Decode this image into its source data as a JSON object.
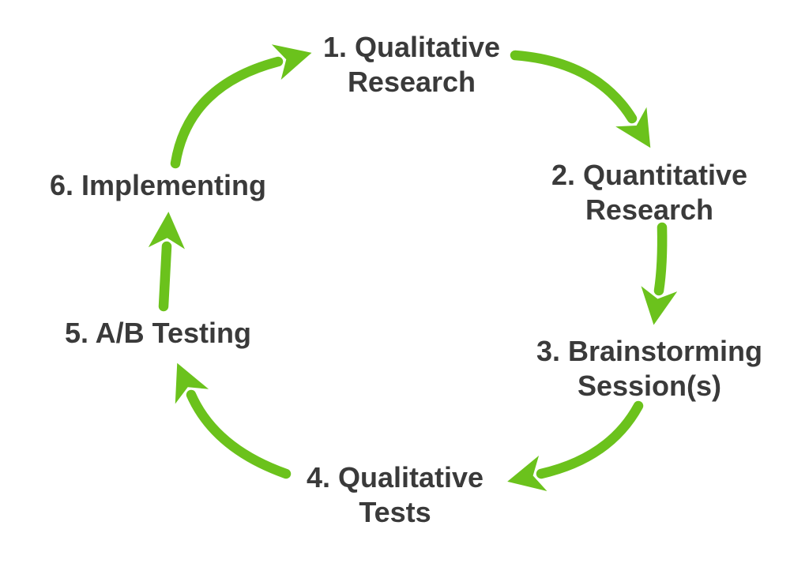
{
  "diagram": {
    "type": "cycle",
    "direction": "clockwise",
    "steps": [
      {
        "id": 1,
        "label": "1. Qualitative\nResearch"
      },
      {
        "id": 2,
        "label": "2. Quantitative\nResearch"
      },
      {
        "id": 3,
        "label": "3. Brainstorming\nSession(s)"
      },
      {
        "id": 4,
        "label": "4. Qualitative\nTests"
      },
      {
        "id": 5,
        "label": "5. A/B Testing"
      },
      {
        "id": 6,
        "label": "6. Implementing"
      }
    ],
    "arrows": [
      {
        "from": 1,
        "to": 2
      },
      {
        "from": 2,
        "to": 3
      },
      {
        "from": 3,
        "to": 4
      },
      {
        "from": 4,
        "to": 5
      },
      {
        "from": 5,
        "to": 6
      },
      {
        "from": 6,
        "to": 1
      }
    ]
  },
  "colors": {
    "arrow": "#6bc21c",
    "text": "#3a3a3a",
    "background": "#ffffff"
  }
}
